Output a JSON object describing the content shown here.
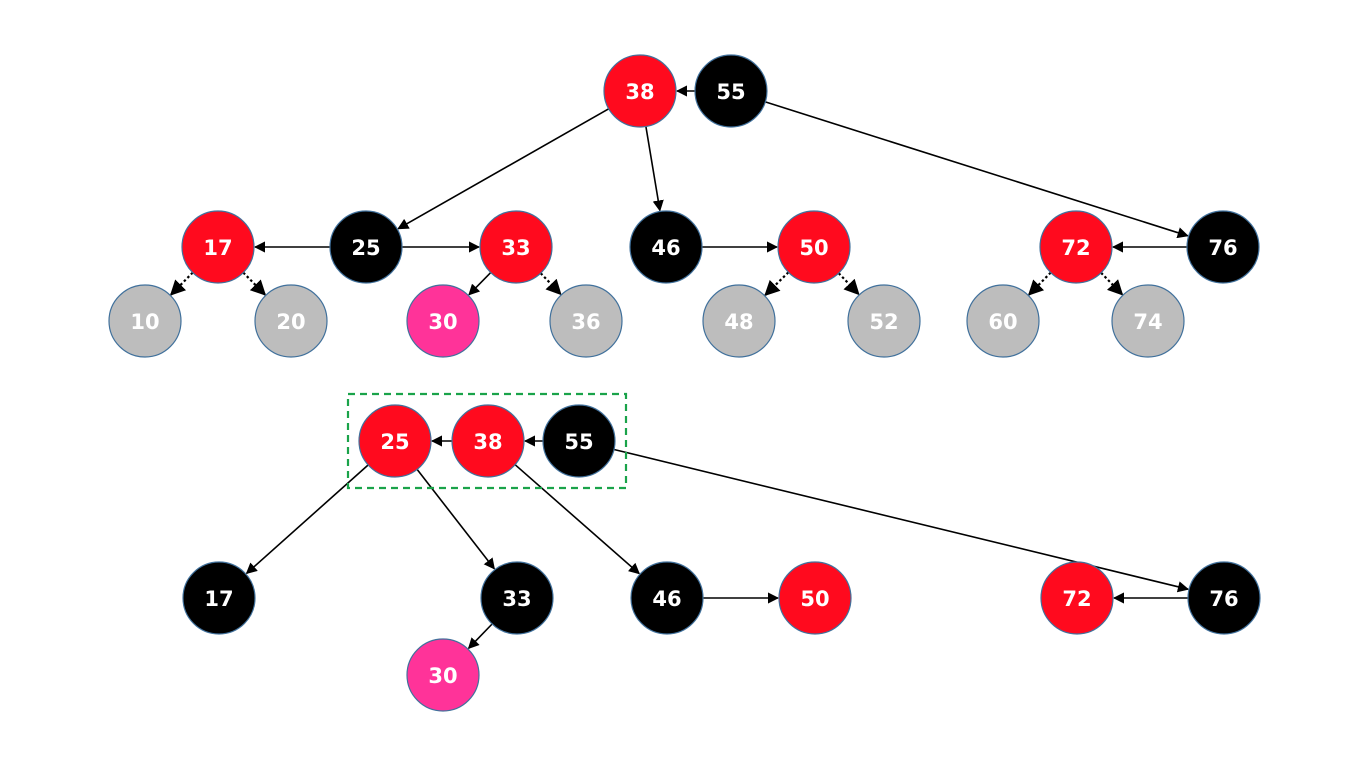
{
  "palette": {
    "red": "#ff0a1e",
    "black": "#000000",
    "gray": "#bdbdbd",
    "pink": "#ff3399",
    "text_light": "#ffffff",
    "box": "#1aa34a"
  },
  "diagrams": [
    {
      "id": "top-tree",
      "nodes": [
        {
          "id": "t38",
          "label": "38",
          "color": "red"
        },
        {
          "id": "t55",
          "label": "55",
          "color": "black"
        },
        {
          "id": "t17",
          "label": "17",
          "color": "red"
        },
        {
          "id": "t25",
          "label": "25",
          "color": "black"
        },
        {
          "id": "t33",
          "label": "33",
          "color": "red"
        },
        {
          "id": "t46",
          "label": "46",
          "color": "black"
        },
        {
          "id": "t50",
          "label": "50",
          "color": "red"
        },
        {
          "id": "t72",
          "label": "72",
          "color": "red"
        },
        {
          "id": "t76",
          "label": "76",
          "color": "black"
        },
        {
          "id": "t10",
          "label": "10",
          "color": "gray"
        },
        {
          "id": "t20",
          "label": "20",
          "color": "gray"
        },
        {
          "id": "t30",
          "label": "30",
          "color": "pink"
        },
        {
          "id": "t36",
          "label": "36",
          "color": "gray"
        },
        {
          "id": "t48",
          "label": "48",
          "color": "gray"
        },
        {
          "id": "t52",
          "label": "52",
          "color": "gray"
        },
        {
          "id": "t60",
          "label": "60",
          "color": "gray"
        },
        {
          "id": "t74",
          "label": "74",
          "color": "gray"
        }
      ],
      "edges": [
        {
          "from": "t55",
          "to": "t38",
          "style": "solid"
        },
        {
          "from": "t38",
          "to": "t25",
          "style": "solid"
        },
        {
          "from": "t38",
          "to": "t46",
          "style": "solid"
        },
        {
          "from": "t55",
          "to": "t76",
          "style": "solid"
        },
        {
          "from": "t25",
          "to": "t17",
          "style": "solid"
        },
        {
          "from": "t25",
          "to": "t33",
          "style": "solid"
        },
        {
          "from": "t46",
          "to": "t50",
          "style": "solid"
        },
        {
          "from": "t76",
          "to": "t72",
          "style": "solid"
        },
        {
          "from": "t17",
          "to": "t10",
          "style": "dotted"
        },
        {
          "from": "t17",
          "to": "t20",
          "style": "dotted"
        },
        {
          "from": "t33",
          "to": "t30",
          "style": "solid"
        },
        {
          "from": "t33",
          "to": "t36",
          "style": "dotted"
        },
        {
          "from": "t50",
          "to": "t48",
          "style": "dotted"
        },
        {
          "from": "t50",
          "to": "t52",
          "style": "dotted"
        },
        {
          "from": "t72",
          "to": "t60",
          "style": "dotted"
        },
        {
          "from": "t72",
          "to": "t74",
          "style": "dotted"
        }
      ]
    },
    {
      "id": "bottom-tree",
      "nodes": [
        {
          "id": "b25",
          "label": "25",
          "color": "red"
        },
        {
          "id": "b38",
          "label": "38",
          "color": "red"
        },
        {
          "id": "b55",
          "label": "55",
          "color": "black"
        },
        {
          "id": "b17",
          "label": "17",
          "color": "black"
        },
        {
          "id": "b33",
          "label": "33",
          "color": "black"
        },
        {
          "id": "b46",
          "label": "46",
          "color": "black"
        },
        {
          "id": "b50",
          "label": "50",
          "color": "red"
        },
        {
          "id": "b72",
          "label": "72",
          "color": "red"
        },
        {
          "id": "b76",
          "label": "76",
          "color": "black"
        },
        {
          "id": "b30",
          "label": "30",
          "color": "pink"
        }
      ],
      "edges": [
        {
          "from": "b38",
          "to": "b25",
          "style": "solid"
        },
        {
          "from": "b55",
          "to": "b38",
          "style": "solid"
        },
        {
          "from": "b25",
          "to": "b17",
          "style": "solid"
        },
        {
          "from": "b25",
          "to": "b33",
          "style": "solid"
        },
        {
          "from": "b38",
          "to": "b46",
          "style": "solid"
        },
        {
          "from": "b55",
          "to": "b76",
          "style": "solid"
        },
        {
          "from": "b46",
          "to": "b50",
          "style": "solid"
        },
        {
          "from": "b76",
          "to": "b72",
          "style": "solid"
        },
        {
          "from": "b33",
          "to": "b30",
          "style": "solid"
        }
      ],
      "highlight_group": [
        "b25",
        "b38",
        "b55"
      ]
    }
  ]
}
